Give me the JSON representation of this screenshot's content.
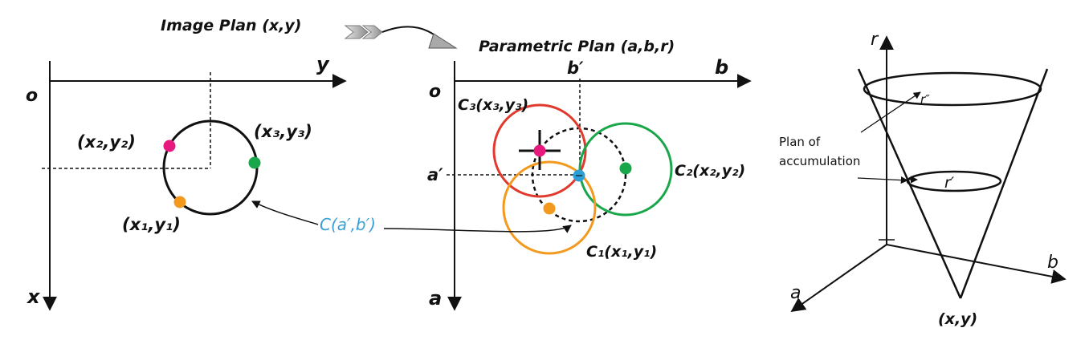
{
  "titles": {
    "image_plan": "Image Plan (x,y)",
    "parametric_plan": "Parametric Plan (a,b,r)"
  },
  "image_plane": {
    "origin": "o",
    "axis_y": "y",
    "axis_x": "x",
    "p1": "(x₁,y₁)",
    "p2": "(x₂,y₂)",
    "p3": "(x₃,y₃)"
  },
  "param_plane": {
    "origin": "o",
    "axis_b": "b",
    "axis_a": "a",
    "b_prime": "b′",
    "a_prime": "a′",
    "c1": "C₁(x₁,y₁)",
    "c2": "C₂(x₂,y₂)",
    "c3": "C₃(x₃,y₃)"
  },
  "center_label": "C(a′,b′)",
  "cone": {
    "axis_r": "r",
    "axis_a": "a",
    "axis_b": "b",
    "apex": "(x,y)",
    "r_double_prime": "r″",
    "r_prime": "r′",
    "plan_line1": "Plan of",
    "plan_line2": "accumulation"
  },
  "colors": {
    "ink": "#111111",
    "magenta": "#e6197e",
    "green": "#1aa64a",
    "orange": "#f39a1e",
    "red": "#e03a2e",
    "blue": "#2b9fd6",
    "center_text": "#3aa0d8",
    "arrow_grey": "#9a9a9a"
  }
}
